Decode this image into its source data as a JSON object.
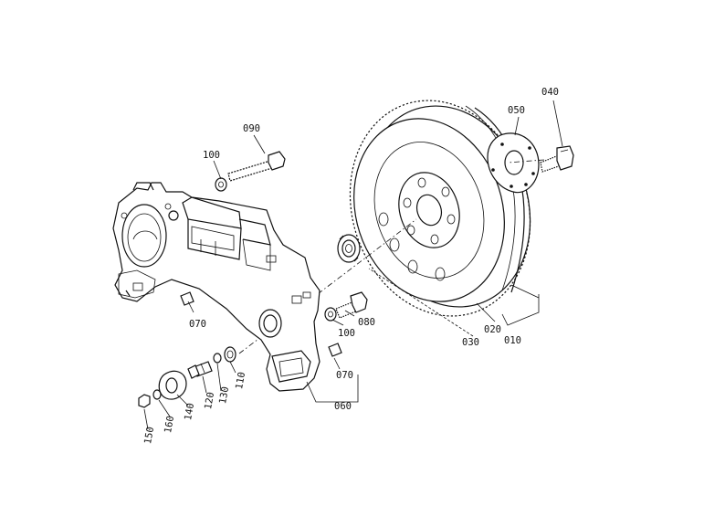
{
  "diagram": {
    "part_labels": [
      {
        "id": "p040",
        "text": "040"
      },
      {
        "id": "p050",
        "text": "050"
      },
      {
        "id": "p090",
        "text": "090"
      },
      {
        "id": "p100a",
        "text": "100"
      },
      {
        "id": "p070a",
        "text": "070"
      },
      {
        "id": "p080",
        "text": "080"
      },
      {
        "id": "p100b",
        "text": "100"
      },
      {
        "id": "p070b",
        "text": "070"
      },
      {
        "id": "p060",
        "text": "060"
      },
      {
        "id": "p110",
        "text": "110"
      },
      {
        "id": "p130",
        "text": "130"
      },
      {
        "id": "p120",
        "text": "120"
      },
      {
        "id": "p140",
        "text": "140"
      },
      {
        "id": "p160",
        "text": "160"
      },
      {
        "id": "p150",
        "text": "150"
      },
      {
        "id": "p020",
        "text": "020"
      },
      {
        "id": "p030",
        "text": "030"
      },
      {
        "id": "p010",
        "text": "010"
      }
    ]
  }
}
